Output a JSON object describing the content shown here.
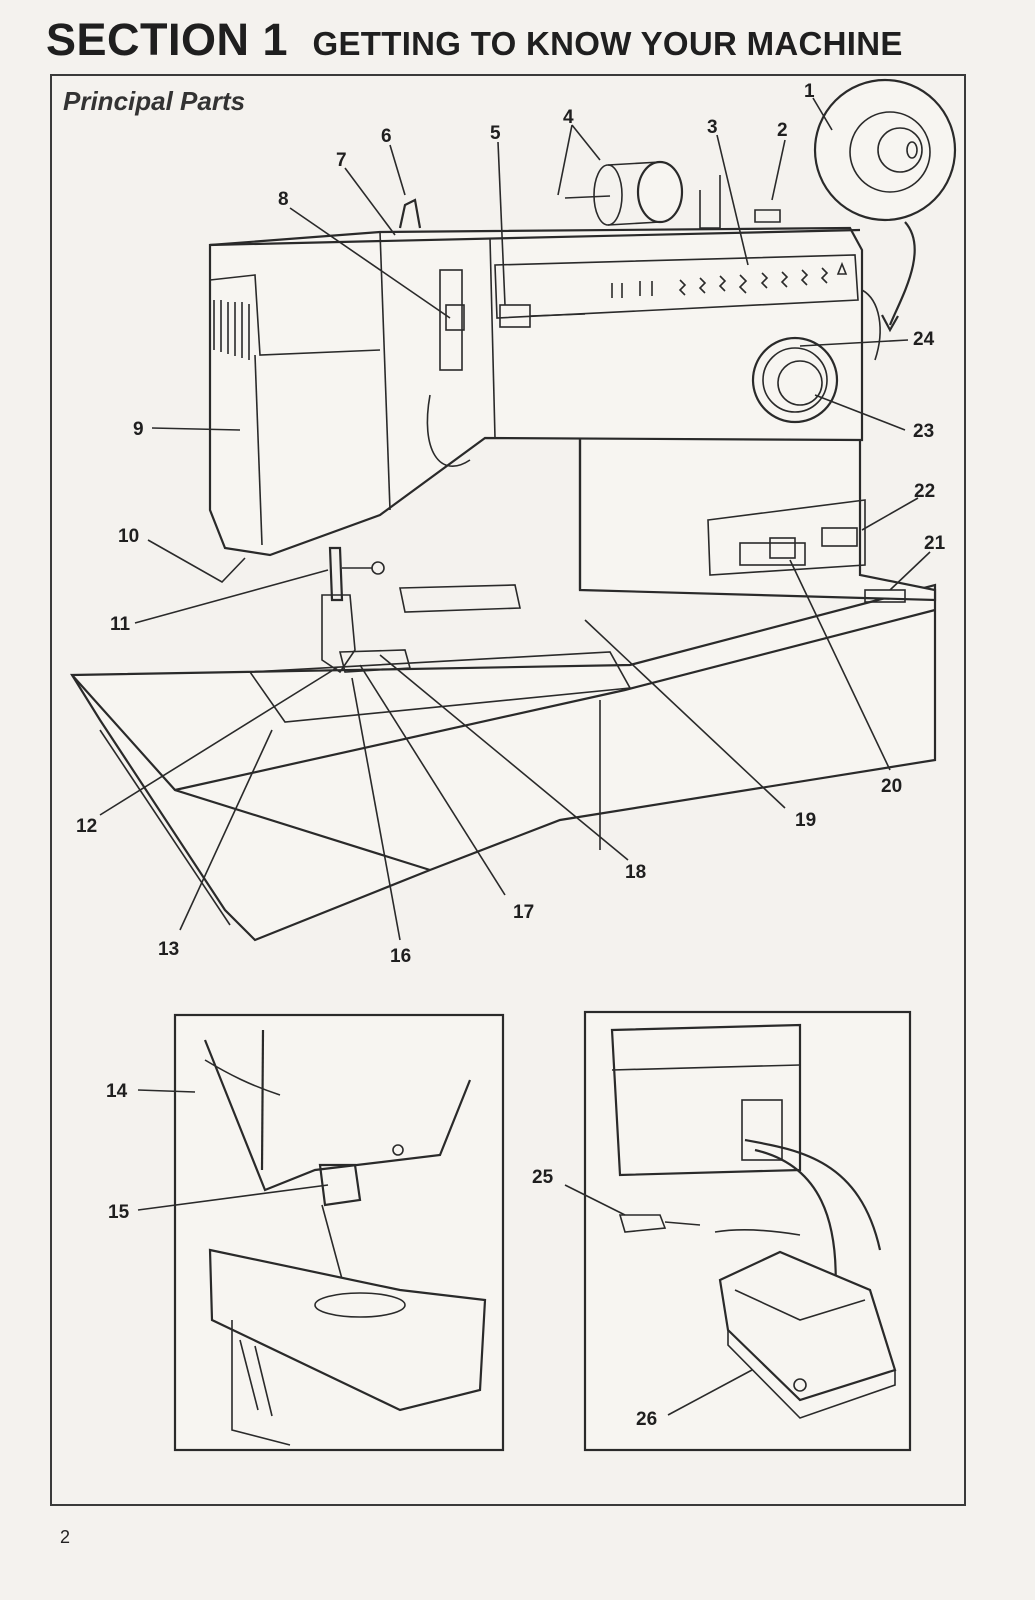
{
  "header": {
    "section_number": "SECTION 1",
    "section_title": "GETTING TO KNOW YOUR MACHINE"
  },
  "subheading": "Principal Parts",
  "page_number": "2",
  "callouts": [
    "1",
    "2",
    "3",
    "4",
    "5",
    "6",
    "7",
    "8",
    "9",
    "10",
    "11",
    "12",
    "13",
    "14",
    "15",
    "16",
    "17",
    "18",
    "19",
    "20",
    "21",
    "22",
    "23",
    "24",
    "25",
    "26"
  ]
}
